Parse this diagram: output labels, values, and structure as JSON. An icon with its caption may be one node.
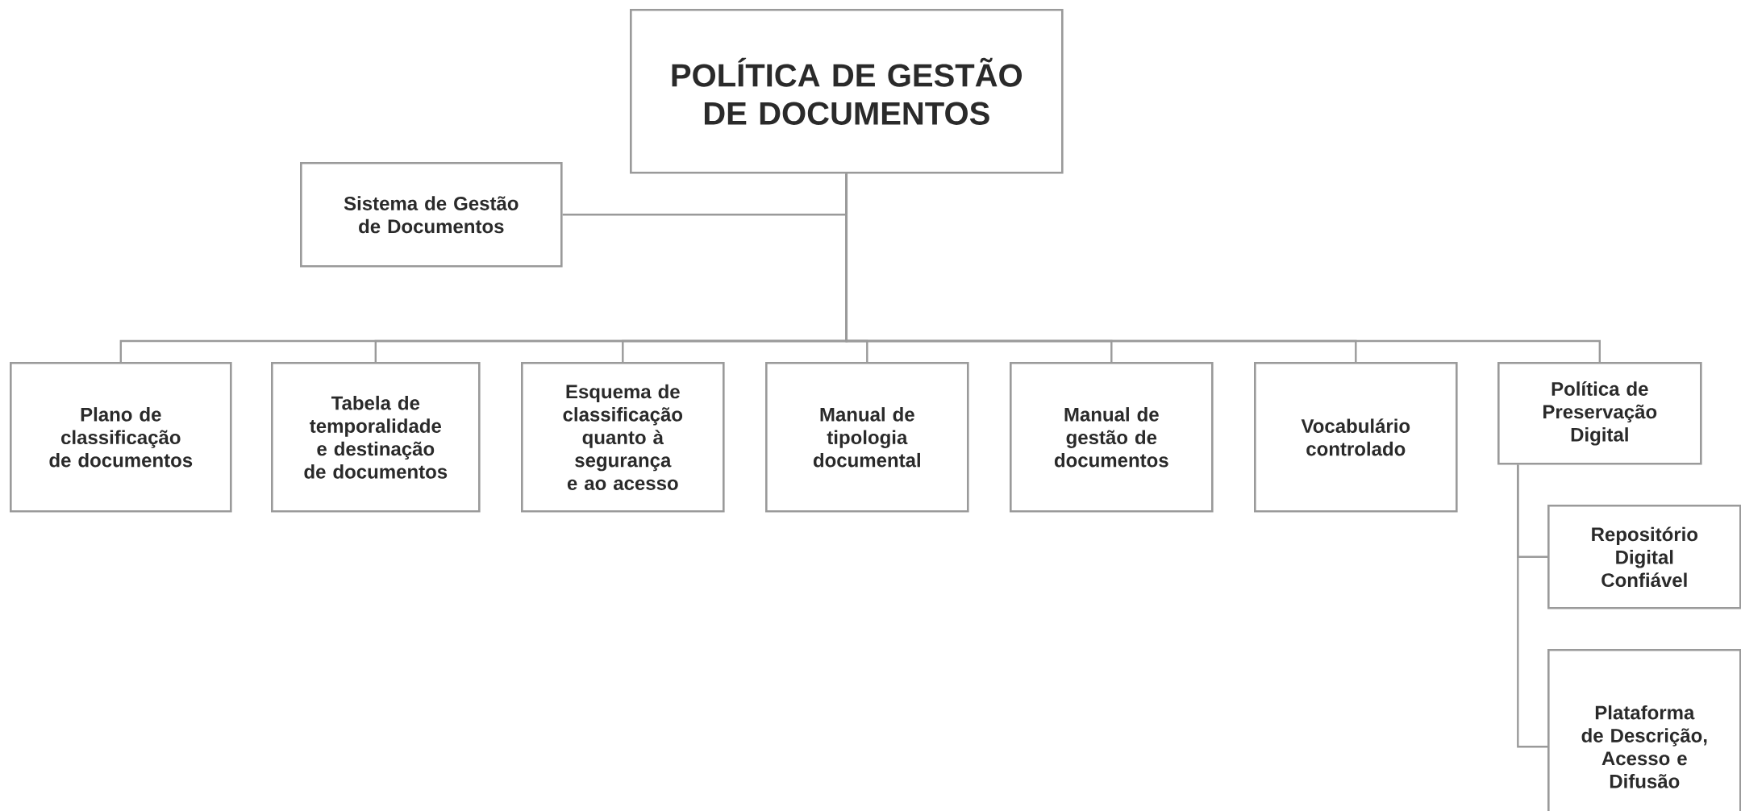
{
  "diagram": {
    "nodes": [
      {
        "text": [
          "POLÍTICA DE GESTÃO DE DOCUMENTOS"
        ]
      },
      {
        "text": [
          "Sistema de Gestão de Documentos"
        ]
      },
      {
        "text": [
          "Plano de classificação de documentos"
        ]
      },
      {
        "text": [
          "Tabela de temporalidade e destinação de documentos"
        ]
      },
      {
        "text": [
          "Esquema de classificação quanto à segurança e ao acesso"
        ]
      },
      {
        "text": [
          "Manual de tipologia documental"
        ]
      },
      {
        "text": [
          "Manual de gestão de documentos"
        ]
      },
      {
        "text": [
          "Vocabulário controlado"
        ]
      },
      {
        "text": [
          "Política de Preservação Digital"
        ]
      },
      {
        "text": [
          "Repositório Digital Confiável"
        ]
      },
      {
        "text": [
          "Plataforma de Descrição, Acesso e Difusão"
        ]
      }
    ],
    "edges": [
      {
        "from": 0,
        "to": 1,
        "arrow": "none"
      },
      {
        "from": 0,
        "to": 2,
        "arrow": "none"
      },
      {
        "from": 0,
        "to": 3,
        "arrow": "none"
      },
      {
        "from": 0,
        "to": 4,
        "arrow": "none"
      },
      {
        "from": 0,
        "to": 5,
        "arrow": "none"
      },
      {
        "from": 0,
        "to": 6,
        "arrow": "none"
      },
      {
        "from": 0,
        "to": 7,
        "arrow": "none"
      },
      {
        "from": 0,
        "to": 8,
        "arrow": "none"
      },
      {
        "from": 8,
        "to": 9,
        "arrow": "none"
      },
      {
        "from": 8,
        "to": 10,
        "arrow": "none"
      }
    ]
  }
}
